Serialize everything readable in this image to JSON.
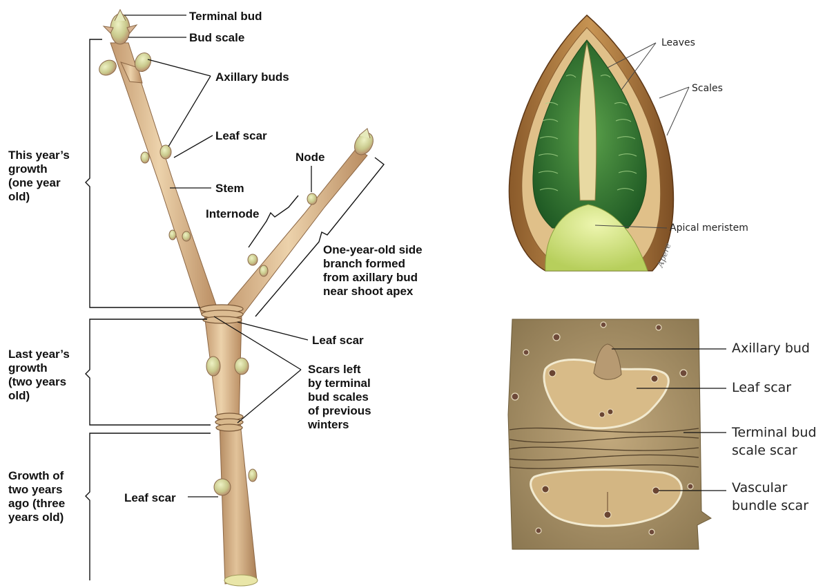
{
  "twig_labels": {
    "terminal_bud": "Terminal bud",
    "bud_scale": "Bud scale",
    "axillary_buds": "Axillary buds",
    "leaf_scar_1": "Leaf scar",
    "node": "Node",
    "stem": "Stem",
    "internode": "Internode",
    "side_branch": [
      "One-year-old side",
      "branch formed",
      "from axillary bud",
      "near shoot apex"
    ],
    "leaf_scar_2": "Leaf scar",
    "bud_scale_scars": [
      "Scars left",
      "by terminal",
      "bud scales",
      "of previous",
      "winters"
    ],
    "leaf_scar_3": "Leaf scar",
    "growth_1": [
      "This year’s",
      "growth",
      "(one year",
      "old)"
    ],
    "growth_2": [
      "Last year’s",
      "growth",
      "(two years",
      "old)"
    ],
    "growth_3": [
      "Growth of",
      "two years",
      "ago (three",
      "years old)"
    ]
  },
  "bud_section_labels": {
    "leaves": "Leaves",
    "scales": "Scales",
    "apical_meristem": "Apical meristem",
    "signature": "Apere"
  },
  "scar_closeup_labels": {
    "axillary_bud": "Axillary bud",
    "leaf_scar": "Leaf scar",
    "terminal_bud_scale_scar": [
      "Terminal bud",
      "scale scar"
    ],
    "vascular_bundle_scar": [
      "Vascular",
      "bundle scar"
    ]
  }
}
